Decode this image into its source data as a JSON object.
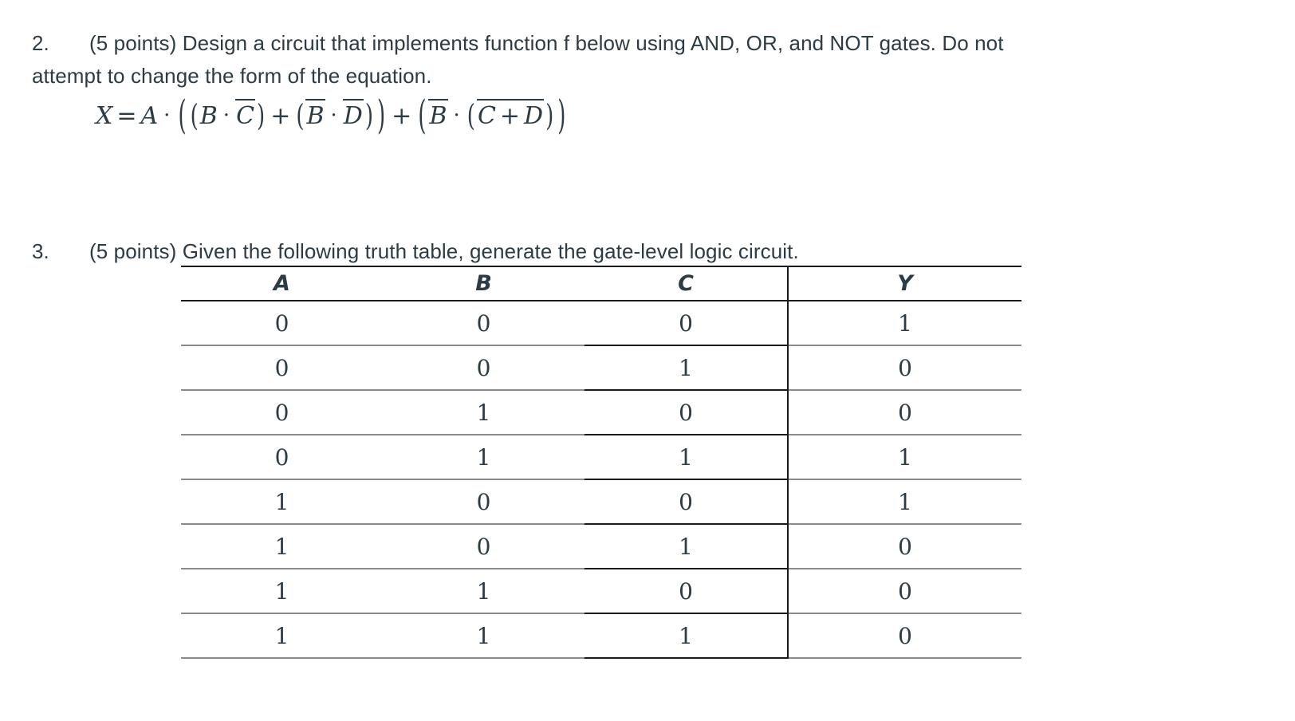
{
  "question2": {
    "number": "2.",
    "text_line1": "(5 points) Design a circuit that implements function f below using AND, OR, and NOT gates. Do not",
    "text_line2": "attempt to change the form of the equation.",
    "equation": {
      "plain": "X = A · ((B · C̅) + (B̅ · D̅)) + (B̅ · (C + D)̅)",
      "lhs": "X",
      "equals": "=",
      "tokens": {
        "A": "A",
        "B": "B",
        "C": "C",
        "D": "D",
        "dot": "·",
        "plus": "+",
        "lparen": "(",
        "rparen": ")"
      }
    }
  },
  "question3": {
    "number": "3.",
    "text": "(5 points) Given the following truth table, generate the gate-level logic circuit."
  },
  "truth_table": {
    "headers": [
      "A",
      "B",
      "C",
      "Y"
    ],
    "rows": [
      [
        "0",
        "0",
        "0",
        "1"
      ],
      [
        "0",
        "0",
        "1",
        "0"
      ],
      [
        "0",
        "1",
        "0",
        "0"
      ],
      [
        "0",
        "1",
        "1",
        "1"
      ],
      [
        "1",
        "0",
        "0",
        "1"
      ],
      [
        "1",
        "0",
        "1",
        "0"
      ],
      [
        "1",
        "1",
        "0",
        "0"
      ],
      [
        "1",
        "1",
        "1",
        "0"
      ]
    ]
  },
  "colors": {
    "text": "#2d3b45",
    "rule_dark": "#1a1a1a",
    "rule_light": "#8c8c8c",
    "background": "#ffffff"
  }
}
